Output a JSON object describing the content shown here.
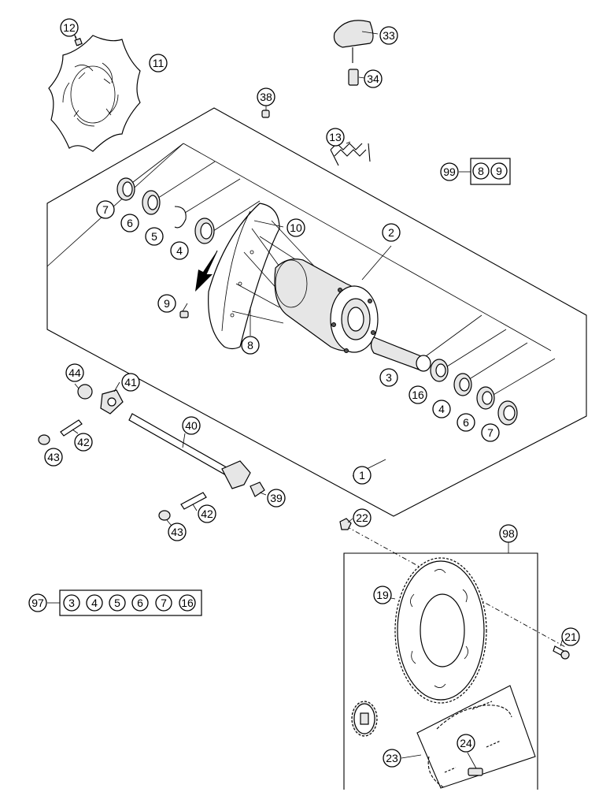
{
  "callouts": [
    {
      "id": "c12",
      "label": "12"
    },
    {
      "id": "c11",
      "label": "11"
    },
    {
      "id": "c33",
      "label": "33"
    },
    {
      "id": "c34",
      "label": "34"
    },
    {
      "id": "c38",
      "label": "38"
    },
    {
      "id": "c13",
      "label": "13"
    },
    {
      "id": "c7a",
      "label": "7"
    },
    {
      "id": "c6a",
      "label": "6"
    },
    {
      "id": "c5",
      "label": "5"
    },
    {
      "id": "c4a",
      "label": "4"
    },
    {
      "id": "c10",
      "label": "10"
    },
    {
      "id": "c2",
      "label": "2"
    },
    {
      "id": "c9",
      "label": "9"
    },
    {
      "id": "c8",
      "label": "8"
    },
    {
      "id": "c3",
      "label": "3"
    },
    {
      "id": "c16",
      "label": "16"
    },
    {
      "id": "c4b",
      "label": "4"
    },
    {
      "id": "c6b",
      "label": "6"
    },
    {
      "id": "c7b",
      "label": "7"
    },
    {
      "id": "c44",
      "label": "44"
    },
    {
      "id": "c41",
      "label": "41"
    },
    {
      "id": "c40",
      "label": "40"
    },
    {
      "id": "c42a",
      "label": "42"
    },
    {
      "id": "c43a",
      "label": "43"
    },
    {
      "id": "c1",
      "label": "1"
    },
    {
      "id": "c39",
      "label": "39"
    },
    {
      "id": "c42b",
      "label": "42"
    },
    {
      "id": "c43b",
      "label": "43"
    },
    {
      "id": "c22",
      "label": "22"
    },
    {
      "id": "c98",
      "label": "98"
    },
    {
      "id": "c19",
      "label": "19"
    },
    {
      "id": "c21",
      "label": "21"
    },
    {
      "id": "c23",
      "label": "23"
    },
    {
      "id": "c24",
      "label": "24"
    }
  ],
  "kits": {
    "kit99": {
      "label": "99",
      "items": [
        "8",
        "9"
      ]
    },
    "kit97": {
      "label": "97",
      "items": [
        "3",
        "4",
        "5",
        "6",
        "7",
        "16"
      ]
    }
  }
}
